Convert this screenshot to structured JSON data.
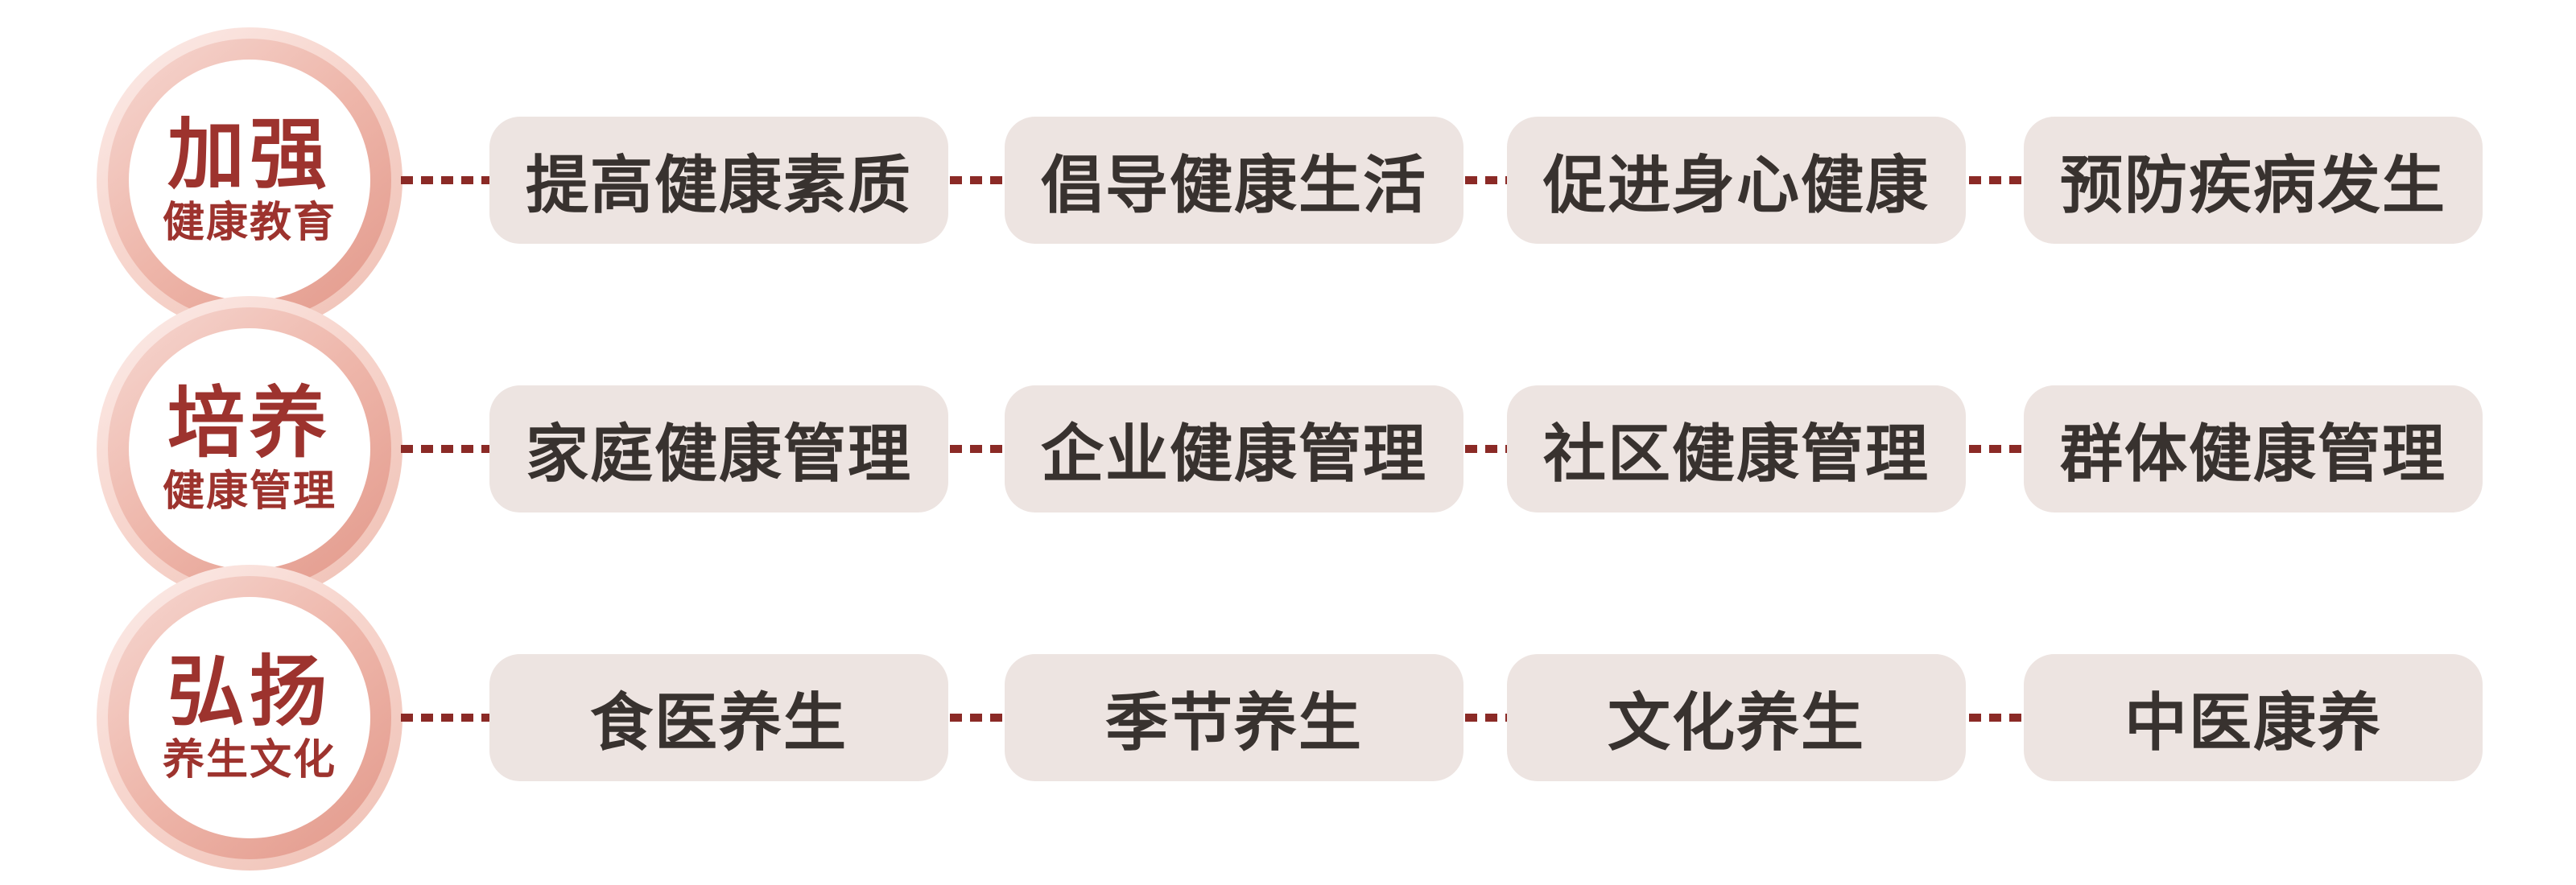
{
  "colors": {
    "box_bg": "#ede4e1",
    "box_text": "#38322f",
    "dash": "#8b2a26",
    "circle_text": "#9d332e",
    "ring_light": "#f6d8d2",
    "ring_dark": "#e2988a"
  },
  "rows": [
    {
      "circle": {
        "title": "加强",
        "subtitle": "健康教育"
      },
      "items": [
        {
          "label": "提高健康素质"
        },
        {
          "label": "倡导健康生活"
        },
        {
          "label": "促进身心健康"
        },
        {
          "label": "预防疾病发生"
        }
      ]
    },
    {
      "circle": {
        "title": "培养",
        "subtitle": "健康管理"
      },
      "items": [
        {
          "label": "家庭健康管理"
        },
        {
          "label": "企业健康管理"
        },
        {
          "label": "社区健康管理"
        },
        {
          "label": "群体健康管理"
        }
      ]
    },
    {
      "circle": {
        "title": "弘扬",
        "subtitle": "养生文化"
      },
      "items": [
        {
          "label": "食医养生"
        },
        {
          "label": "季节养生"
        },
        {
          "label": "文化养生"
        },
        {
          "label": "中医康养"
        }
      ]
    }
  ]
}
